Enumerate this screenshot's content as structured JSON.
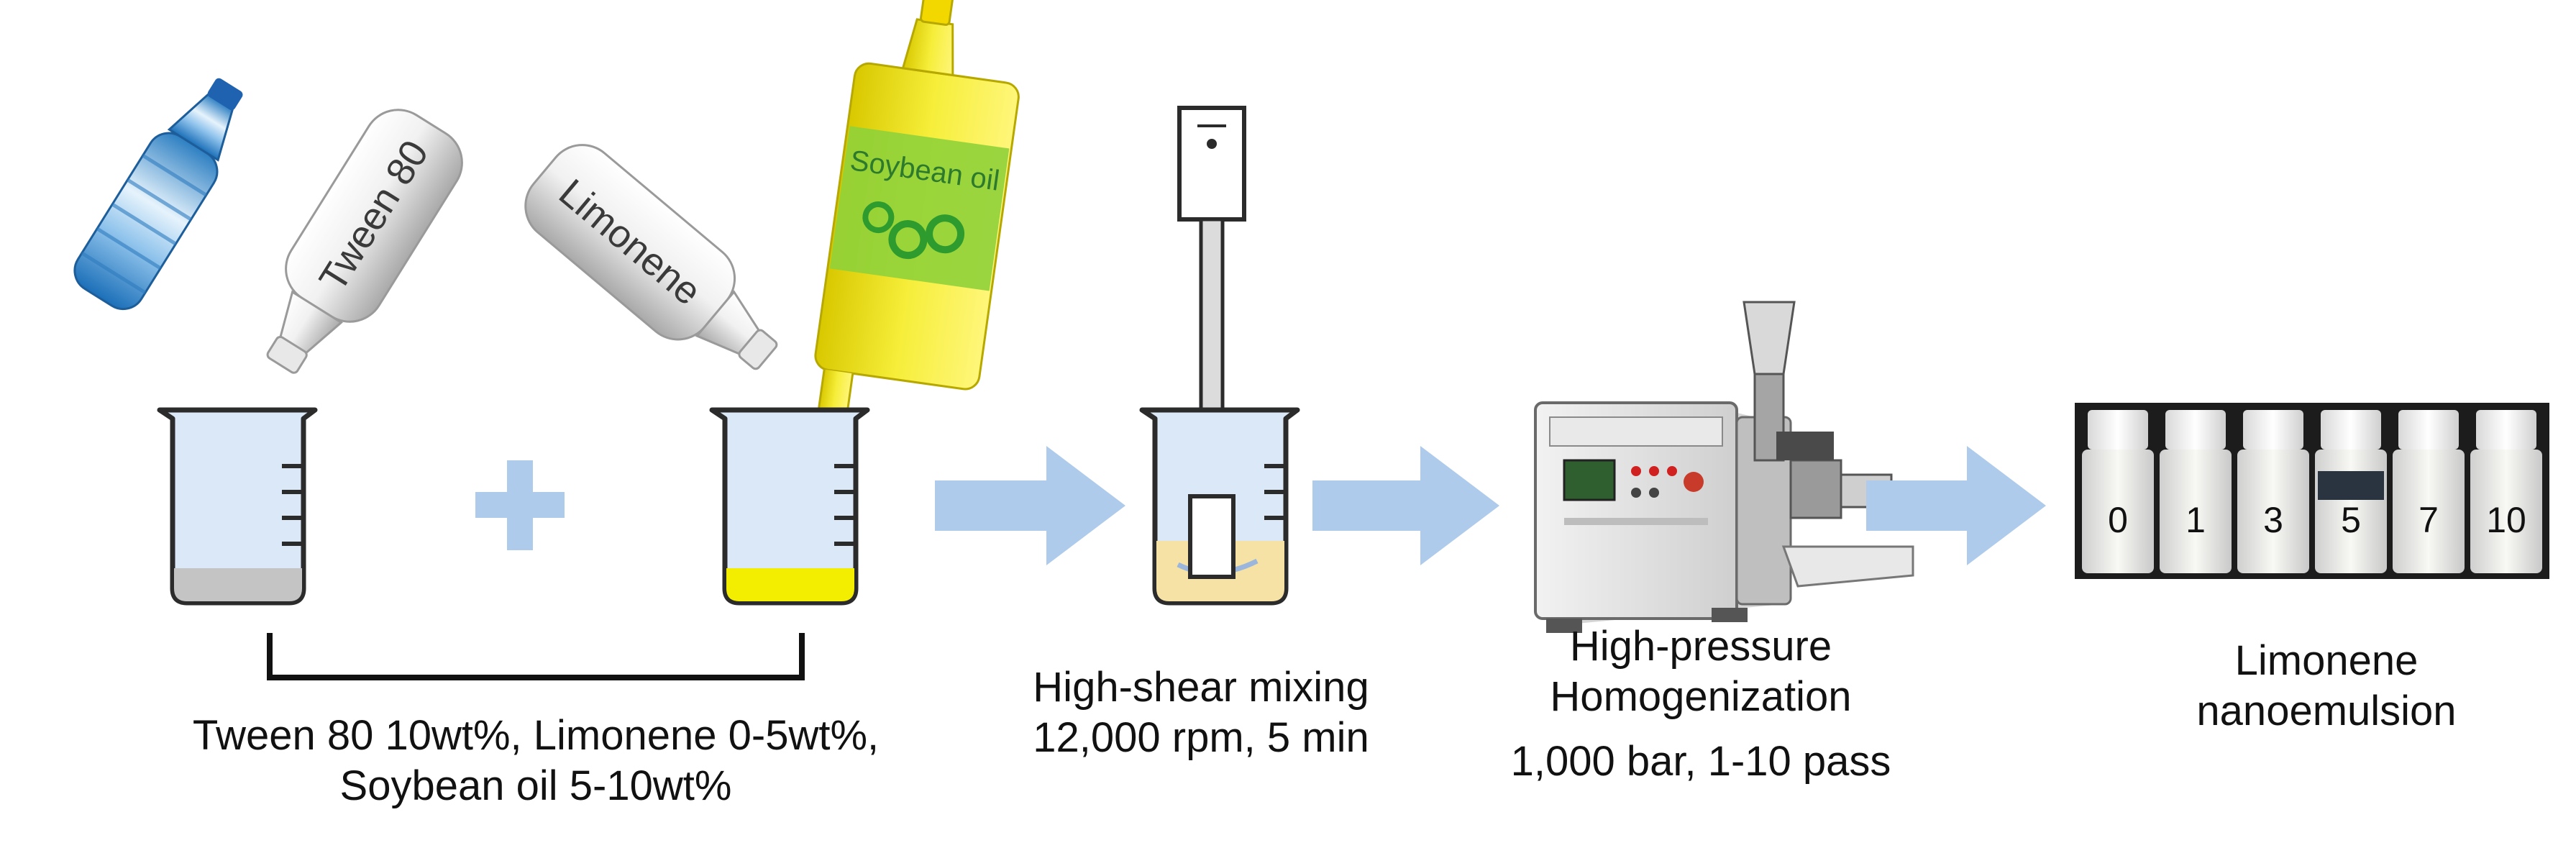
{
  "bottles": {
    "tween_label": "Tween 80",
    "limonene_label": "Limonene",
    "soybean_label": "Soybean oil"
  },
  "captions": {
    "mixture_line1": "Tween 80 10wt%, Limonene 0-5wt%,",
    "mixture_line2": "Soybean oil 5-10wt%",
    "shear_line1": "High-shear mixing",
    "shear_line2": "12,000 rpm, 5 min",
    "hph_line1": "High-pressure",
    "hph_line2": "Homogenization",
    "hph_line3": "1,000 bar, 1-10 pass",
    "product_line1": "Limonene",
    "product_line2": "nanoemulsion"
  },
  "vials": [
    "0",
    "1",
    "3",
    "5",
    "7",
    "10"
  ],
  "colors": {
    "arrow": "#aecbec",
    "plus": "#aecbec",
    "beaker_fill": "#dbe8f8",
    "beaker_outline": "#2b2b2b",
    "grey_liquid": "#c4c4c4",
    "yellow_liquid": "#f3ee00",
    "cream_liquid": "#f7e2a6",
    "soy_bottle": "#f6ee3a",
    "soy_label": "#8fd13a",
    "photo_bg": "#1c1c1c"
  }
}
